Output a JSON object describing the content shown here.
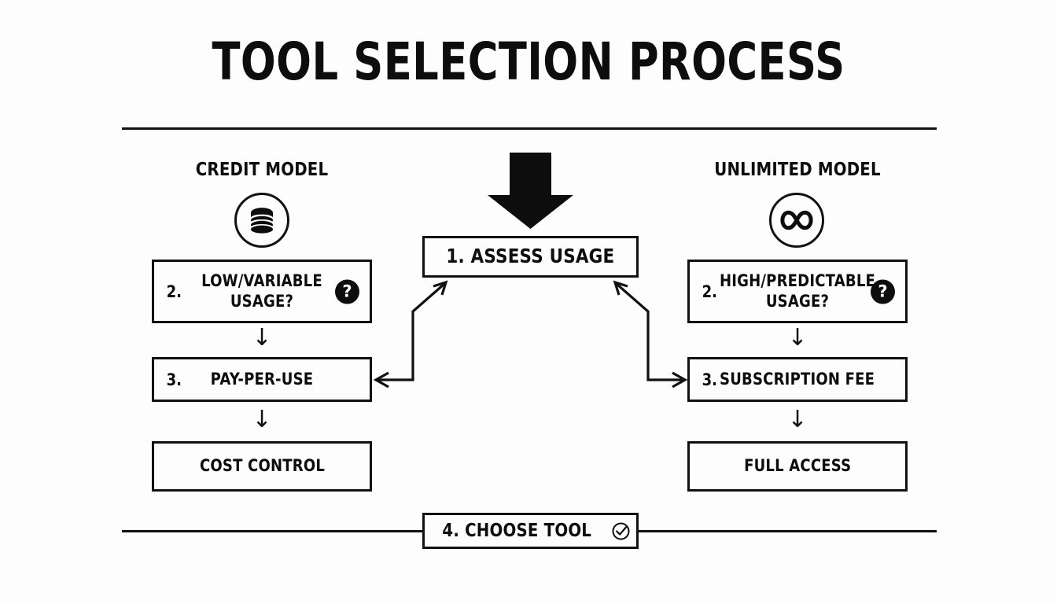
{
  "page": {
    "title": "TOOL SELECTION PROCESS",
    "background_color": "#fdfdfd",
    "ink_color": "#111111"
  },
  "columns": {
    "left": {
      "heading": "CREDIT MODEL",
      "icon": "coin-stack-icon",
      "steps": [
        {
          "number": "2.",
          "label": "LOW/VARIABLE USAGE?",
          "badge": "?"
        },
        {
          "number": "3.",
          "label": "PAY-PER-USE",
          "badge": ""
        },
        {
          "number": "",
          "label": "COST CONTROL",
          "badge": ""
        }
      ]
    },
    "right": {
      "heading": "UNLIMITED MODEL",
      "icon": "infinity-icon",
      "steps": [
        {
          "number": "2.",
          "label": "HIGH/PREDICTABLE USAGE?",
          "badge": "?"
        },
        {
          "number": "3.",
          "label": "SUBSCRIPTION FEE",
          "badge": ""
        },
        {
          "number": "",
          "label": "FULL ACCESS",
          "badge": ""
        }
      ]
    }
  },
  "center": {
    "entry_arrow": "down-arrow-icon",
    "label": "1. ASSESS USAGE"
  },
  "bottom": {
    "label": "4. CHOOSE TOOL",
    "icon": "circle-check-icon"
  },
  "connectors": {
    "down_arrow_glyph": "↓"
  }
}
